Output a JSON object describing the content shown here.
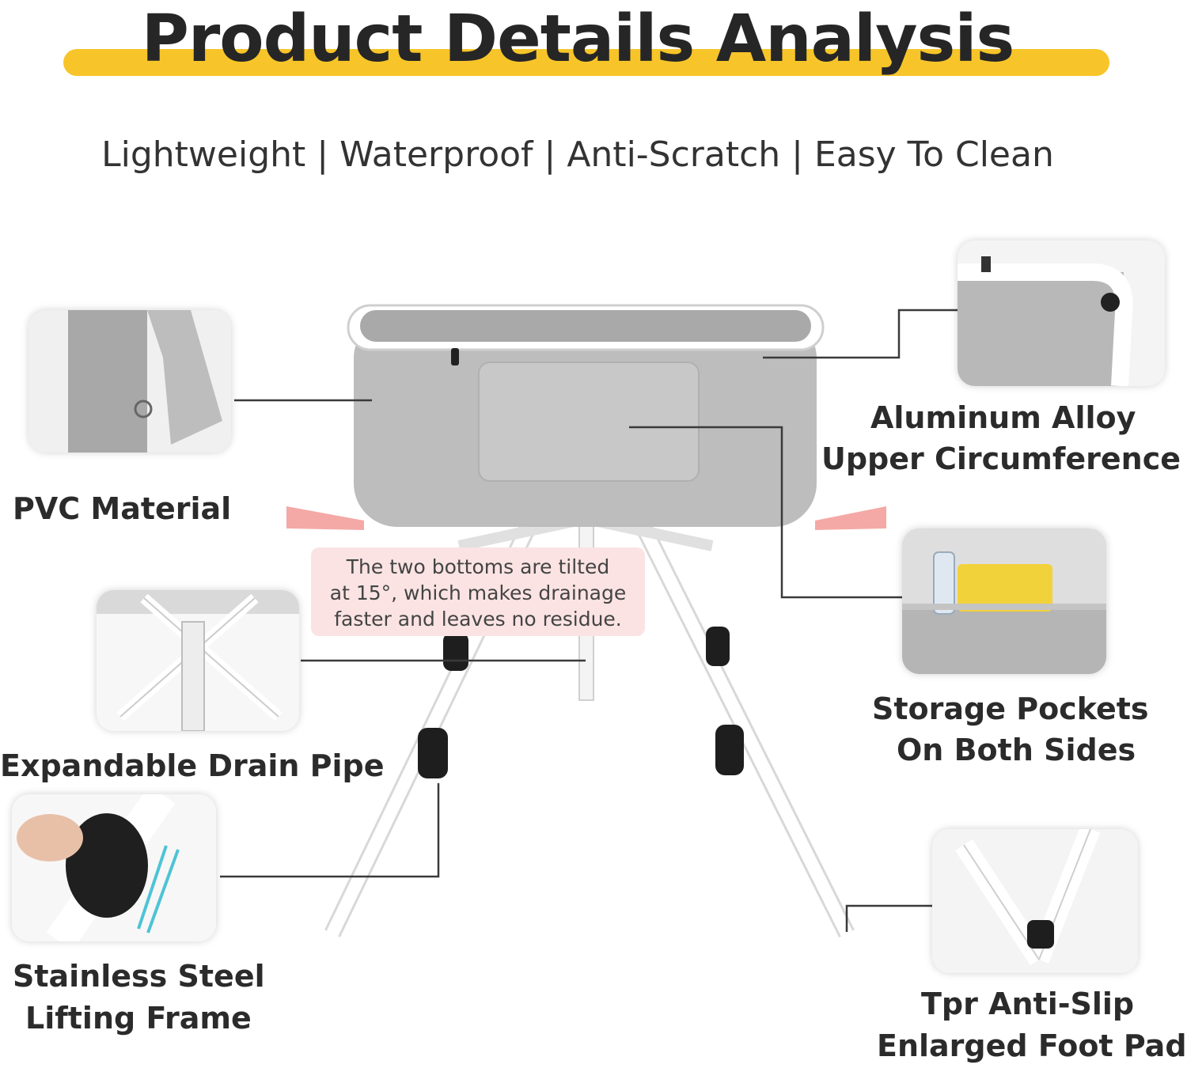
{
  "header": {
    "title": "Product Details Analysis",
    "subtitle": "Lightweight | Waterproof | Anti-Scratch | Easy To Clean",
    "accent_color": "#f7c52a"
  },
  "note": {
    "line1": "The two bottoms are tilted",
    "line2": "at 15°, which makes drainage",
    "line3": "faster and leaves no residue."
  },
  "features": {
    "pvc": "PVC Material",
    "drain": "Expandable Drain Pipe",
    "frame_line1": "Stainless Steel",
    "frame_line2": "Lifting Frame",
    "rim_line1": "Aluminum Alloy",
    "rim_line2": "Upper Circumference",
    "pockets_line1": "Storage Pockets",
    "pockets_line2": "On Both Sides",
    "footpad_line1": "Tpr Anti-Slip",
    "footpad_line2": "Enlarged Foot Pad"
  }
}
